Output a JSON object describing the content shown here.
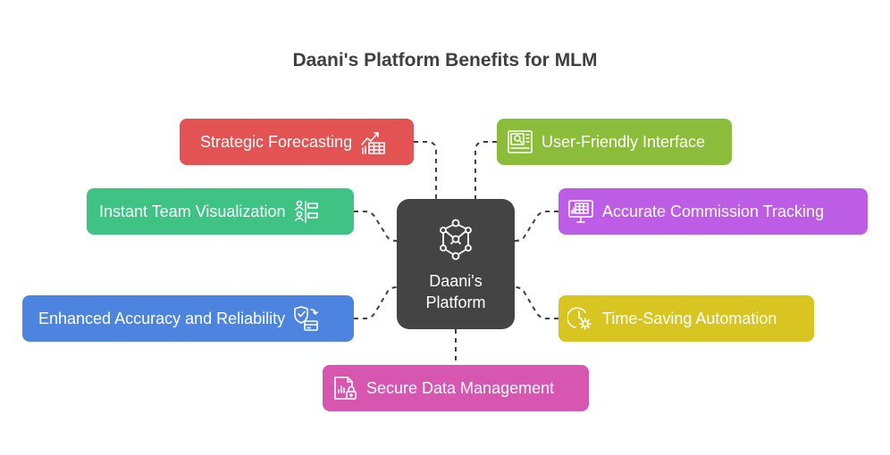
{
  "title": "Daani's Platform Benefits for MLM",
  "hub": {
    "line1": "Daani's",
    "line2": "Platform",
    "icon": "network-nodes-icon"
  },
  "benefits": [
    {
      "label": "Strategic Forecasting",
      "icon": "growth-chart-icon",
      "color": "#e35353"
    },
    {
      "label": "User-Friendly Interface",
      "icon": "interface-panel-icon",
      "color": "#8bbd3a"
    },
    {
      "label": "Instant Team Visualization",
      "icon": "team-list-icon",
      "color": "#3fc384"
    },
    {
      "label": "Accurate Commission Tracking",
      "icon": "monitor-table-icon",
      "color": "#bd5ce4"
    },
    {
      "label": "Enhanced Accuracy and Reliability",
      "icon": "shield-card-icon",
      "color": "#4c84e0"
    },
    {
      "label": "Time-Saving Automation",
      "icon": "clock-gear-icon",
      "color": "#d9c521"
    },
    {
      "label": "Secure Data Management",
      "icon": "secure-doc-icon",
      "color": "#d756b0"
    }
  ],
  "colors": {
    "hub": "#444444",
    "connector": "#3f3f3f",
    "title": "#3f3f3f"
  }
}
